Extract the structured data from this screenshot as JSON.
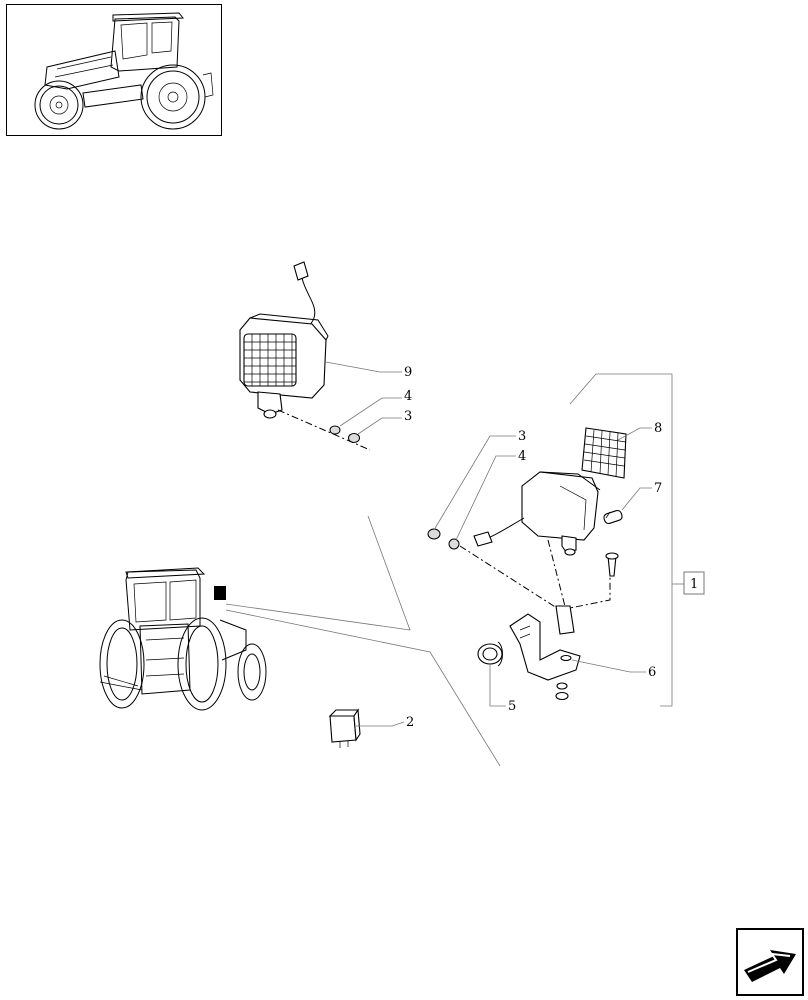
{
  "callouts": {
    "c1": "1",
    "c2": "2",
    "c3_upper": "3",
    "c4_upper": "4",
    "c3_right": "3",
    "c4_right": "4",
    "c5": "5",
    "c6": "6",
    "c7": "7",
    "c8": "8",
    "c9": "9"
  },
  "icons": {
    "thumbnail": "tractor-overview-thumbnail",
    "navigation": "next-page-arrow-icon"
  }
}
